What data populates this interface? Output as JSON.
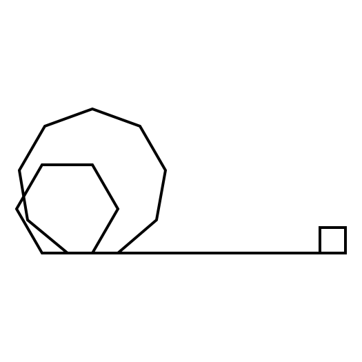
{
  "diagram": {
    "shapes": [
      "nonagon",
      "hexagon",
      "line",
      "square"
    ],
    "background_color": "#ffffff",
    "stroke_color": "#000000"
  }
}
